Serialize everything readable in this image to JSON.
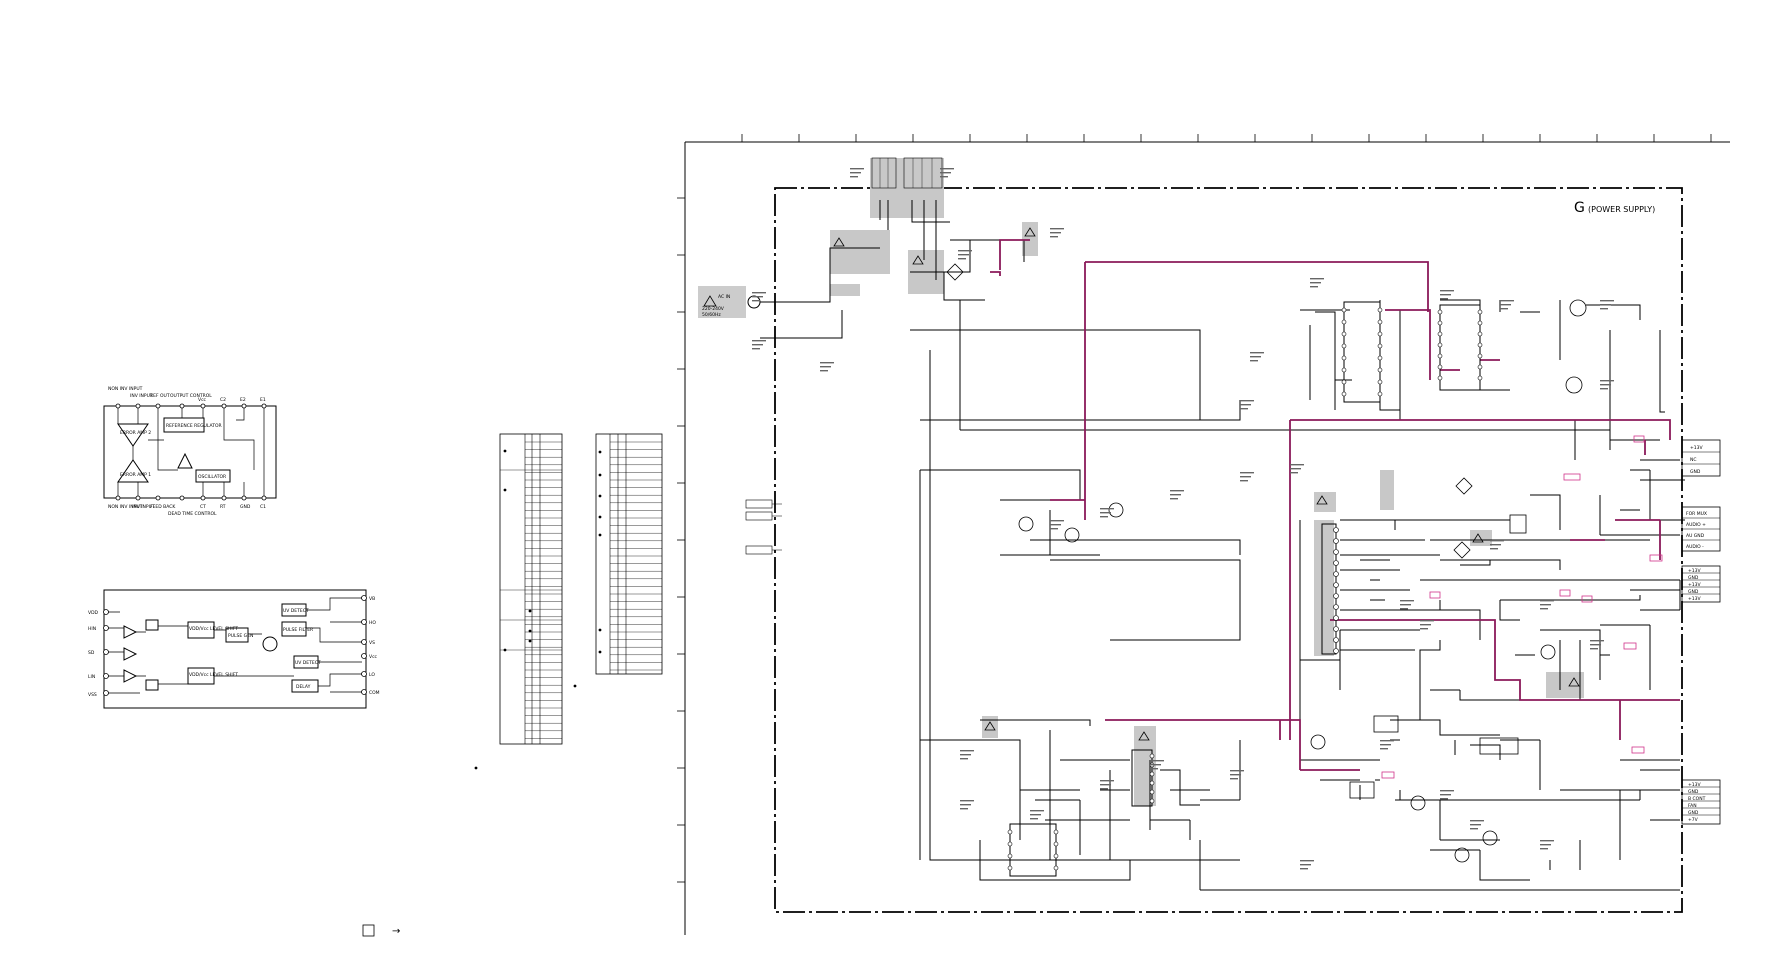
{
  "sheet": {
    "board_letter": "G",
    "board_name": "(POWER SUPPLY)"
  },
  "ic_block_1": {
    "top_pins": [
      "NON INV INPUT",
      "INV INPUT",
      "REF OUT",
      "OUTPUT CONTROL",
      "Vcc",
      "C2",
      "E2",
      "E1"
    ],
    "bottom_pins": [
      "NON INV INPUT",
      "INV INPUT",
      "FEED BACK",
      "DEAD TIME CONTROL",
      "CT",
      "RT",
      "GND",
      "C1"
    ],
    "blocks": [
      "ERROR AMP 2",
      "ERROR AMP 1",
      "REFERENCE REGULATOR",
      "OSCILLATOR"
    ]
  },
  "ic_block_2": {
    "left_pins": [
      "VDD",
      "HIN",
      "SD",
      "LIN",
      "VSS"
    ],
    "right_pins": [
      "VB",
      "HO",
      "VS",
      "Vcc",
      "LO",
      "COM"
    ],
    "blocks": [
      "VDD/Vcc LEVEL SHIFT",
      "PULSE GEN",
      "UV DETECT",
      "PULSE FILTER",
      "UV DETECT",
      "VDD/Vcc LEVEL SHIFT",
      "DELAY"
    ]
  },
  "connectors": {
    "cn_left_output": [
      "+13V",
      "NC",
      "GND"
    ],
    "cn_right_mid": [
      "FOR MUX",
      "AUDIO +",
      "AU GND",
      "AUDIO -"
    ],
    "cn_right_power": [
      "+13V",
      "GND",
      "+13V",
      "GND",
      "+13V"
    ],
    "cn_bottom_right": [
      "+13V",
      "GND",
      "B CONT",
      "FAN",
      "GND",
      "+7V"
    ],
    "ac_in": [
      "AC IN",
      "220-240V",
      "50/60Hz"
    ]
  },
  "legend": {
    "note_arrow": "→"
  }
}
